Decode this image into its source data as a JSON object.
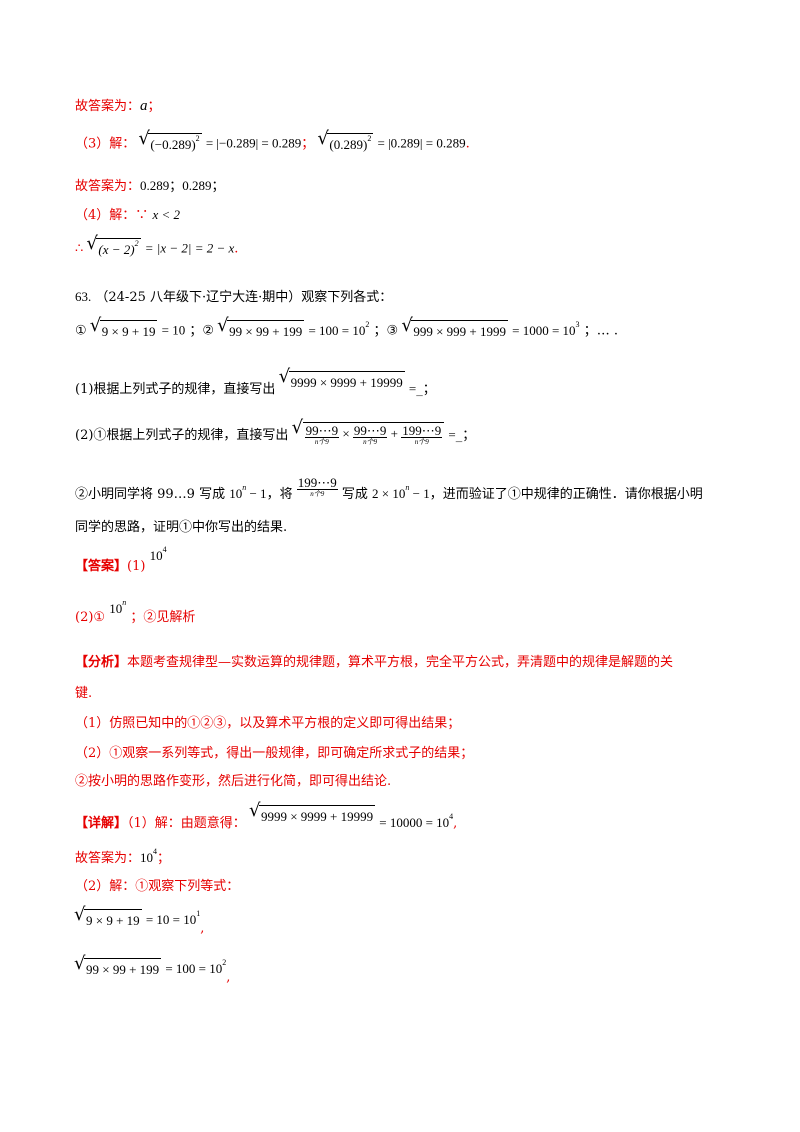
{
  "lines": {
    "l1_label": "故答案为：",
    "l1_value": "a",
    "l1_end": "；",
    "l2_label": "（3）解：",
    "l2_expr1": "(−0.289)",
    "l2_expr1b": "= |−0.289| = 0.289",
    "l2_sep": "；",
    "l2_expr2": "(0.289)",
    "l2_expr2b": "= |0.289| = 0.289",
    "l2_end": ".",
    "l3_label": "故答案为：",
    "l3_value": "0.289；0.289；",
    "l4_label": "（4）解：",
    "l4_because": "∵",
    "l4_expr": "x < 2",
    "l5_therefore": "∴",
    "l5_expr": "(x − 2)",
    "l5_exprb": "= |x − 2| = 2 − x",
    "l5_end": "."
  },
  "problem": {
    "number": "63.",
    "source": "（24-25 八年级下·辽宁大连·期中）观察下列各式：",
    "eq1_mark": "①",
    "eq1": "9 × 9 + 19",
    "eq1_res": "= 10",
    "eq2_mark": "；②",
    "eq2": "99 × 99 + 199",
    "eq2_res": "= 100 = 10",
    "eq2_exp": "2",
    "eq3_mark": "；③",
    "eq3": "999 × 999 + 1999",
    "eq3_res": "= 1000 = 10",
    "eq3_exp": "3",
    "eq_end": "；… .",
    "q1_text": "(1)根据上列式子的规律，直接写出",
    "q1_expr": "9999 × 9999 + 19999",
    "q1_blank": "=",
    "q1_end": "_；",
    "q2_text": "(2)①根据上列式子的规律，直接写出",
    "q2_a": "99⋯9",
    "q2_b": "99⋯9",
    "q2_c": "199⋯9",
    "q2_n": "n个9",
    "q2_times": "×",
    "q2_plus": "+",
    "q2_end": "=",
    "q2_blank": "_；",
    "q3_text1": "②小明同学将 99…9 写成",
    "q3_expr1": "10",
    "q3_exp1": "n",
    "q3_expr1b": " − 1",
    "q3_text2": "，将",
    "q3_ub": "199⋯9",
    "q3_ub_n": "n个9",
    "q3_text3": "写成",
    "q3_expr2": "2 × 10",
    "q3_exp2": "n",
    "q3_expr2b": " − 1",
    "q3_text4": "，进而验证了①中规律的正确性．请你根据小明",
    "q3_text5": "同学的思路，证明①中你写出的结果."
  },
  "answer": {
    "label": "【答案】",
    "p1": "(1)",
    "p1_val": "10",
    "p1_exp": "4",
    "p2": "(2)①",
    "p2_val": "10",
    "p2_exp": "n",
    "p2_rest": "；②见解析"
  },
  "analysis": {
    "label": "【分析】",
    "text1": "本题考查规律型—实数运算的规律题，算术平方根，完全平方公式，弄清题中的规律是解题的关",
    "text2": "键.",
    "item1": "（1）仿照已知中的①②③，以及算术平方根的定义即可得出结果；",
    "item2": "（2）①观察一系列等式，得出一般规律，即可确定所求式子的结果；",
    "item3": "②按小明的思路作变形，然后进行化简，即可得出结论."
  },
  "detail": {
    "label": "【详解】",
    "text1": "（1）解：由题意得：",
    "expr1": "9999 × 9999 + 19999",
    "expr1_res": "= 10000 = 10",
    "expr1_exp": "4",
    "end1": ",",
    "ans_label": "故答案为：",
    "ans_val": "10",
    "ans_exp": "4",
    "ans_end": "；",
    "text2": "（2）解：①观察下列等式：",
    "e1": "9 × 9 + 19",
    "e1_res": "= 10 = 10",
    "e1_exp": "1",
    "e1_end": ",",
    "e2": "99 × 99 + 199",
    "e2_res": "= 100 = 10",
    "e2_exp": "2",
    "e2_end": ","
  },
  "colors": {
    "red": "#e60000",
    "text": "#000000"
  }
}
